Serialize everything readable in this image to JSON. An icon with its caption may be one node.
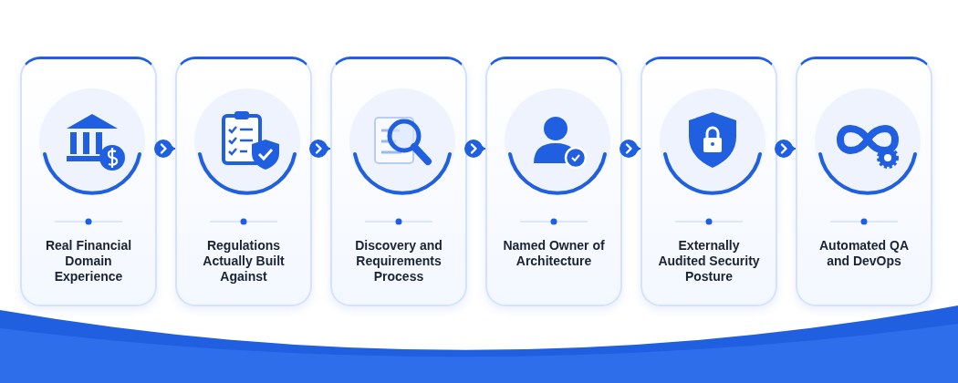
{
  "diagram": {
    "nodes": [
      {
        "text": [
          "Real Financial Domain Experience"
        ]
      },
      {
        "text": [
          "Regulations Actually Built Against"
        ]
      },
      {
        "text": [
          "Discovery and Requirements Process"
        ]
      },
      {
        "text": [
          "Named Owner of Architecture"
        ]
      },
      {
        "text": [
          "Externally Audited Security Posture"
        ]
      },
      {
        "text": [
          "Automated QA and DevOps"
        ]
      }
    ],
    "edges": [
      {
        "from": 0,
        "to": 1,
        "arrow": "to"
      },
      {
        "from": 1,
        "to": 2,
        "arrow": "to"
      },
      {
        "from": 2,
        "to": 3,
        "arrow": "to"
      },
      {
        "from": 3,
        "to": 4,
        "arrow": "to"
      },
      {
        "from": 4,
        "to": 5,
        "arrow": "to"
      }
    ]
  }
}
